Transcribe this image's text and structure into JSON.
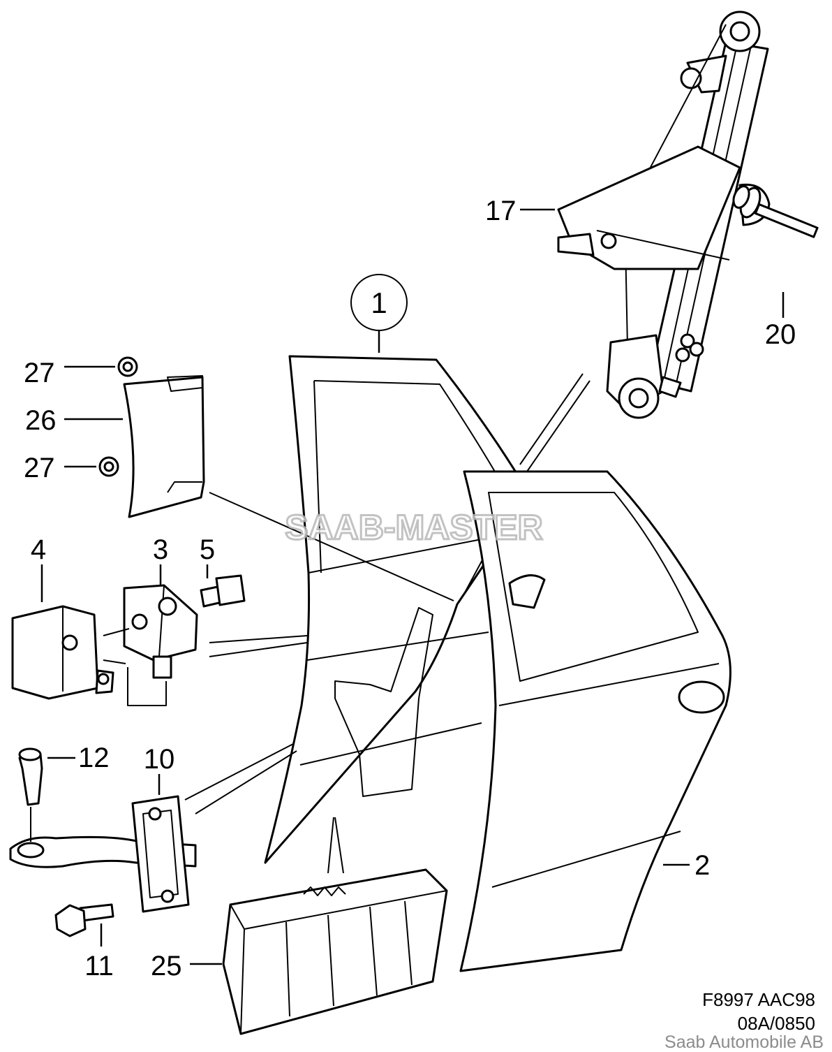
{
  "watermark": "SAAB-MASTER",
  "labels": {
    "p1": "1",
    "p2": "2",
    "p3": "3",
    "p4": "4",
    "p5": "5",
    "p10": "10",
    "p11": "11",
    "p12": "12",
    "p17": "17",
    "p20": "20",
    "p25": "25",
    "p26": "26",
    "p27a": "27",
    "p27b": "27"
  },
  "footer": {
    "drawing_code": "F8997 AAC98",
    "revision": "08A/0850",
    "copyright": "Saab Automobile AB"
  }
}
